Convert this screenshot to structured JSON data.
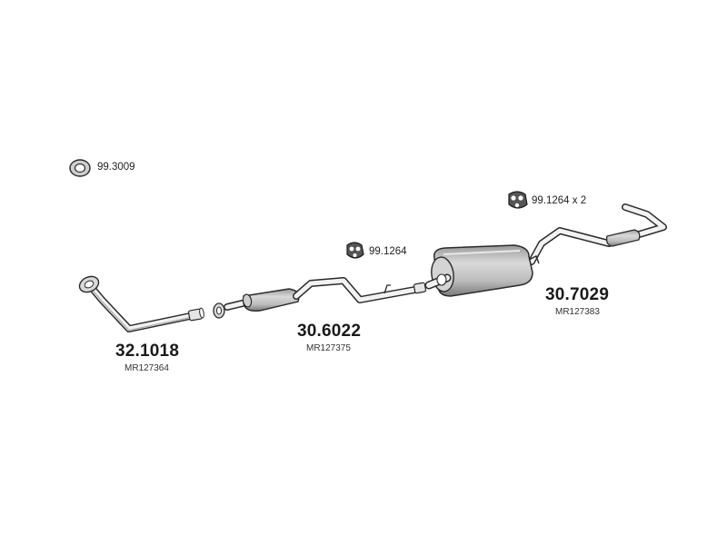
{
  "parts": {
    "front_pipe": {
      "number": "32.1018",
      "oem": "MR127364"
    },
    "center_section": {
      "number": "30.6022",
      "oem": "MR127375"
    },
    "rear_section": {
      "number": "30.7029",
      "oem": "MR127383"
    }
  },
  "accessories": {
    "gasket": {
      "number": "99.3009"
    },
    "hanger_single": {
      "number": "99.1264"
    },
    "hanger_double": {
      "number": "99.1264 x 2"
    }
  },
  "colors": {
    "metal_light": "#f0f0f0",
    "metal_mid": "#bdbdbd",
    "metal_dark": "#6e6e6e",
    "outline": "#2a2a2a"
  }
}
